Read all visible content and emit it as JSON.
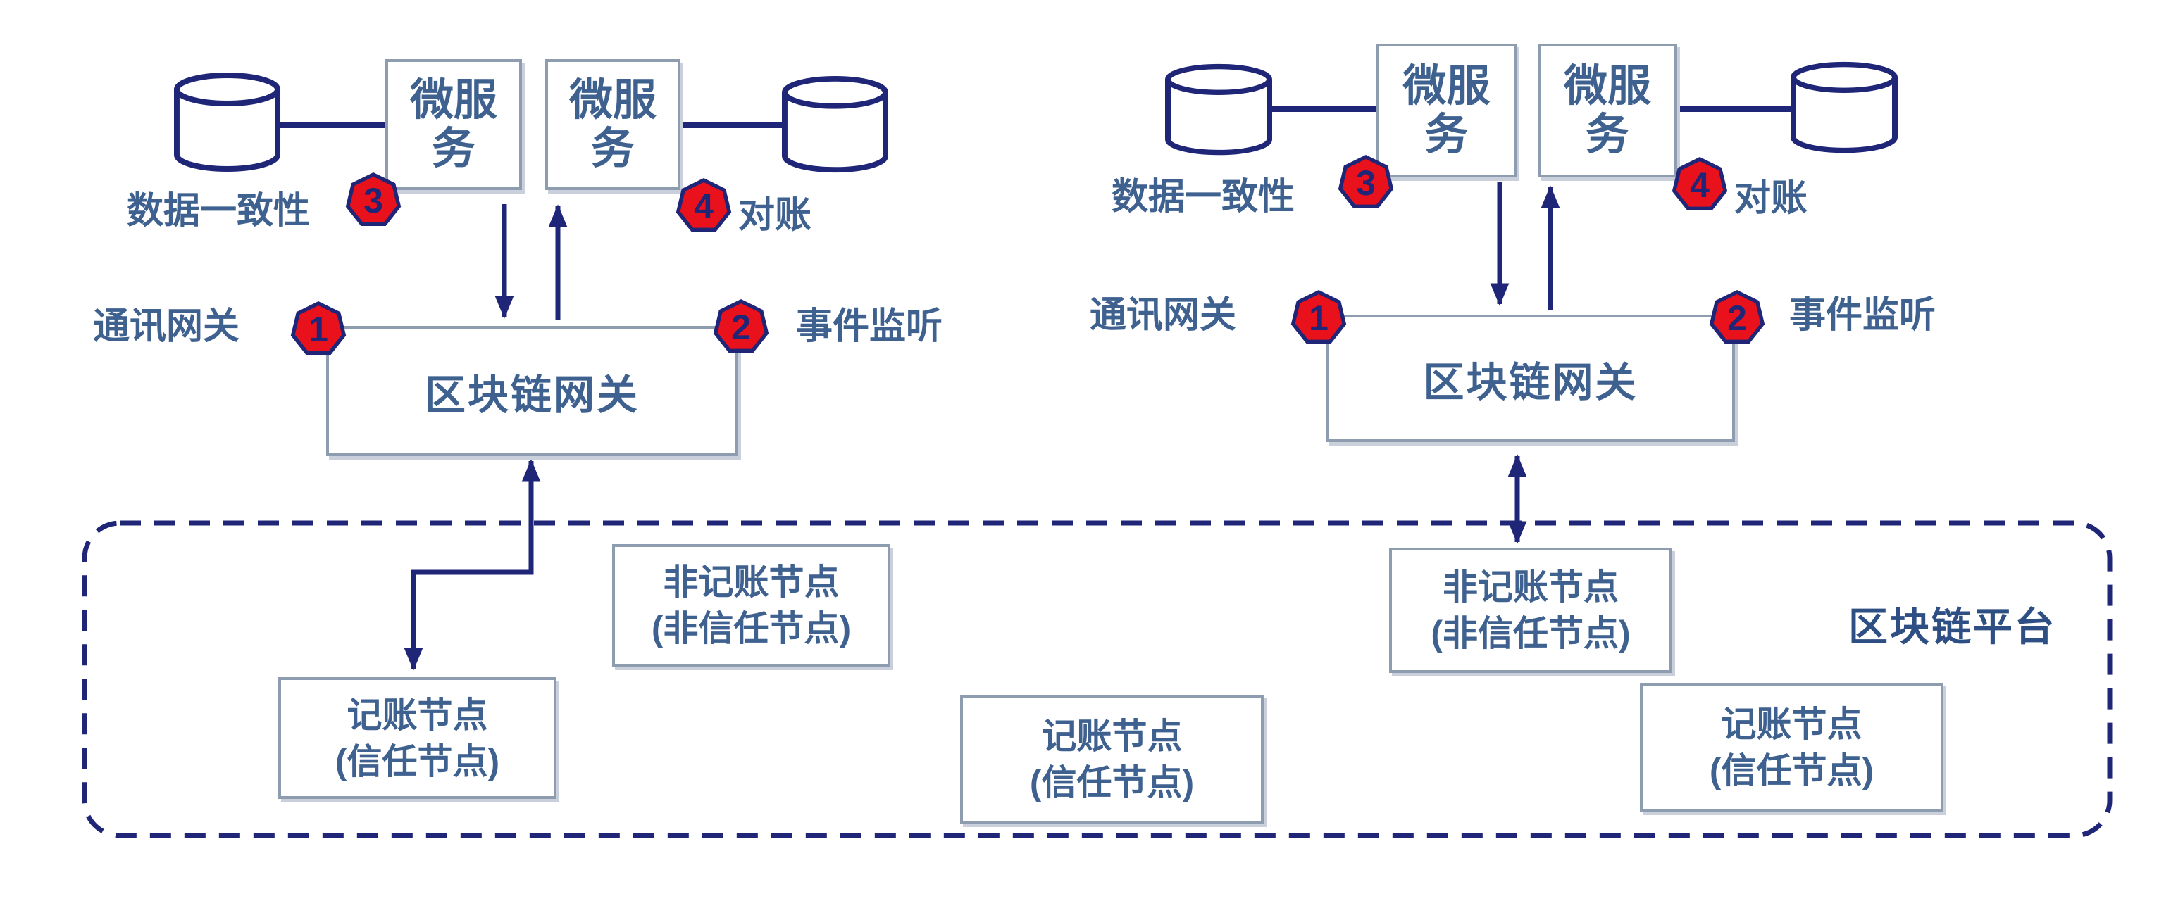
{
  "colors": {
    "navy": "#1f2577",
    "badge_red": "#e8111c",
    "box_border": "#8e9cb0",
    "text_steel": "#3e618f"
  },
  "platform": {
    "label": "区块链平台"
  },
  "left": {
    "microservice_1": "微服\n务",
    "microservice_2": "微服\n务",
    "gateway": "区块链网关",
    "data_consistency": "数据一致性",
    "reconciliation": "对账",
    "comm_gateway": "通讯网关",
    "event_listening": "事件监听",
    "badge_1": "1",
    "badge_2": "2",
    "badge_3": "3",
    "badge_4": "4",
    "accounting_node": "记账节点\n(信任节点)",
    "non_accounting_node": "非记账节点\n(非信任节点)"
  },
  "right": {
    "microservice_1": "微服\n务",
    "microservice_2": "微服\n务",
    "gateway": "区块链网关",
    "data_consistency": "数据一致性",
    "reconciliation": "对账",
    "comm_gateway": "通讯网关",
    "event_listening": "事件监听",
    "badge_1": "1",
    "badge_2": "2",
    "badge_3": "3",
    "badge_4": "4",
    "accounting_node": "记账节点\n(信任节点)",
    "non_accounting_node": "非记账节点\n(非信任节点)"
  },
  "center": {
    "accounting_node": "记账节点\n(信任节点)"
  }
}
